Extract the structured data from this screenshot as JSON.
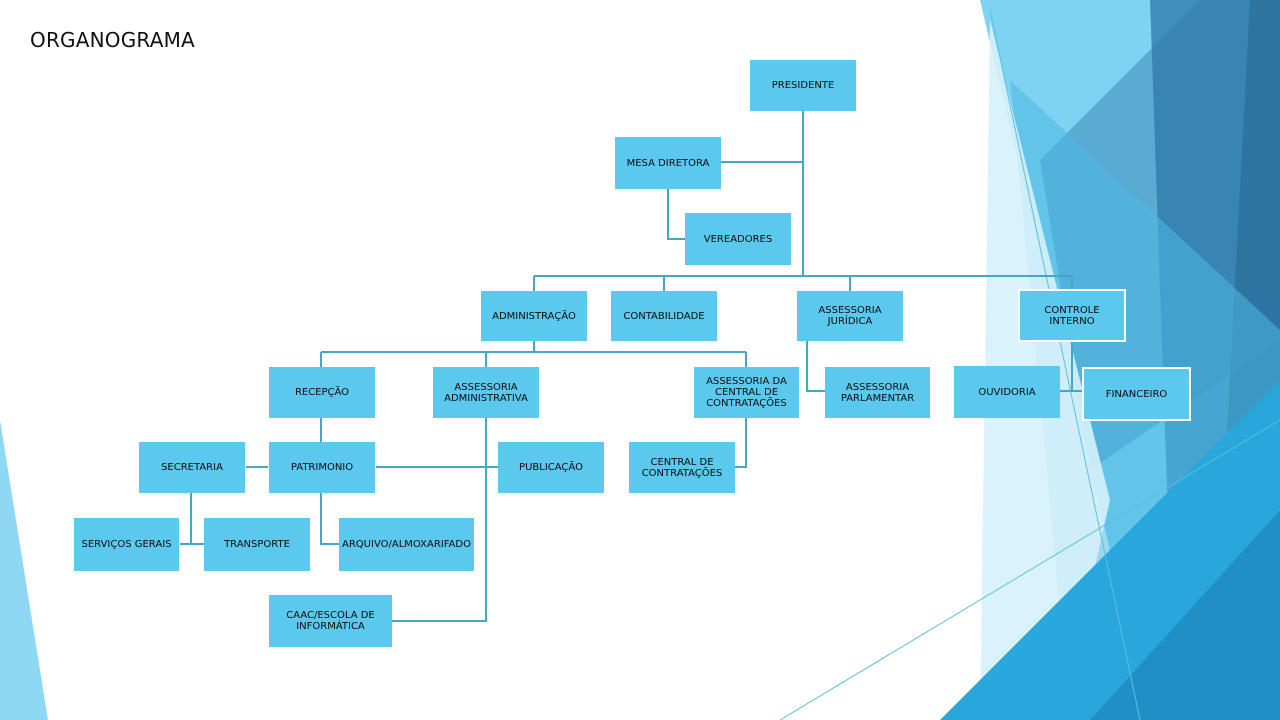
{
  "title": "ORGANOGRAMA",
  "nodes": {
    "presidente": "PRESIDENTE",
    "mesa_diretora": "MESA DIRETORA",
    "vereadores": "VEREADORES",
    "administracao": "ADMINISTRAÇÃO",
    "contabilidade": "CONTABILIDADE",
    "assessoria_juridica": "ASSESSORIA JURÍDICA",
    "controle_interno": "CONTROLE INTERNO",
    "recepcao": "RECEPÇÃO",
    "assessoria_administrativa": "ASSESSORIA ADMINISTRATIVA",
    "assessoria_central_contratacoes": "ASSESSORIA DA CENTRAL DE CONTRATAÇÕES",
    "assessoria_parlamentar": "ASSESSORIA PARLAMENTAR",
    "ouvidoria": "OUVIDORIA",
    "financeiro": "FINANCEIRO",
    "secretaria": "SECRETARIA",
    "patrimonio": "PATRIMONIO",
    "publicacao": "PUBLICAÇÃO",
    "central_contratacoes": "CENTRAL DE CONTRATAÇÕES",
    "servicos_gerais": "SERVIÇOS GERAIS",
    "transporte": "TRANSPORTE",
    "arquivo_almoxarifado": "ARQUIVO/ALMOXARIFADO",
    "caac_escola": "CAAC/ESCOLA DE INFORMÁTICA"
  },
  "colors": {
    "box": "#5bc8ee",
    "connector": "#45a7c5",
    "accent_dark": "#2d6f9a",
    "accent_light": "#7fd3f2"
  }
}
